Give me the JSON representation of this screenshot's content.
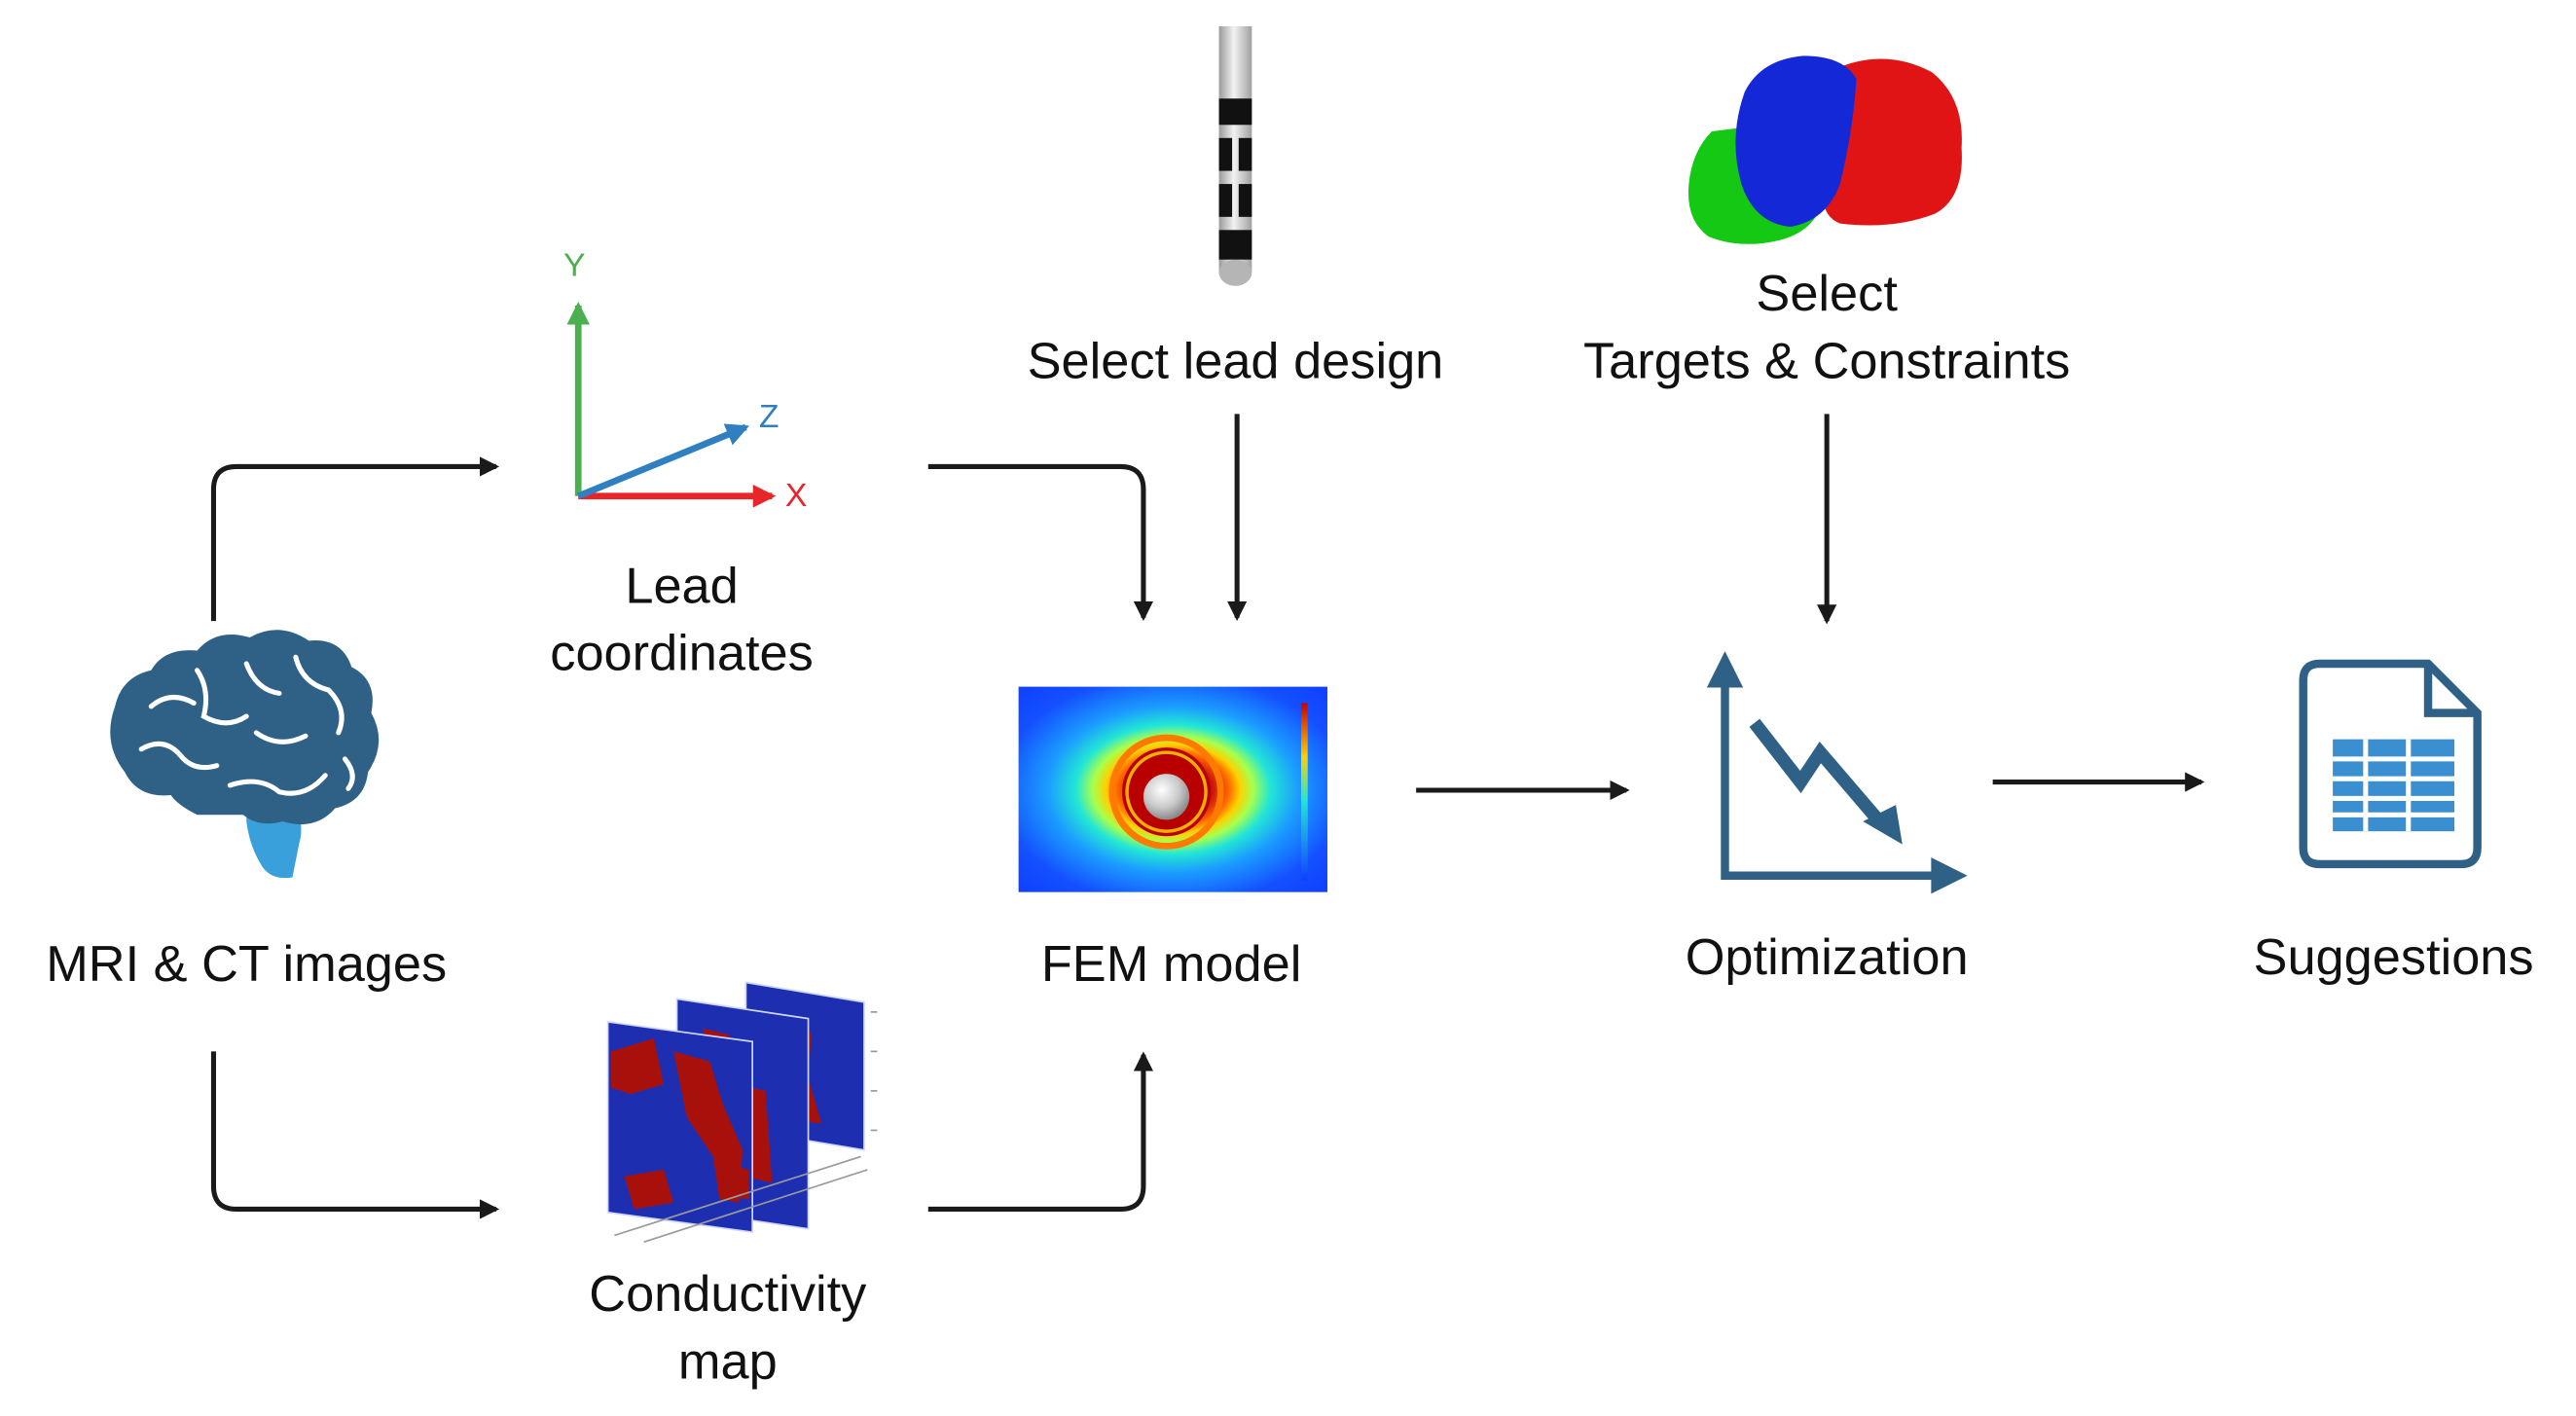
{
  "nodes": {
    "mri": {
      "label": "MRI & CT images",
      "icon": "brain-icon"
    },
    "lead_coordinates": {
      "label_line1": "Lead",
      "label_line2": "coordinates",
      "icon": "xyz-axes-icon",
      "axes": {
        "x": "X",
        "y": "Y",
        "z": "Z"
      }
    },
    "conductivity": {
      "label_line1": "Conductivity",
      "label_line2": "map",
      "icon": "conductivity-slices-icon"
    },
    "lead_design": {
      "label": "Select lead design",
      "icon": "electrode-lead-icon"
    },
    "fem": {
      "label": "FEM model",
      "icon": "fem-field-icon"
    },
    "targets": {
      "label_line1": "Select",
      "label_line2": "Targets & Constraints",
      "icon": "target-regions-icon"
    },
    "optimization": {
      "label": "Optimization",
      "icon": "descending-chart-icon"
    },
    "suggestions": {
      "label": "Suggestions",
      "icon": "spreadsheet-icon"
    }
  },
  "colors": {
    "arrow": "#1a1a1a",
    "icon_dark": "#2f6186",
    "icon_light": "#3aa0dc",
    "axis_x": "#e8262a",
    "axis_y": "#4caf50",
    "axis_z": "#2f7fc1",
    "region_green": "#14c814",
    "region_blue": "#1428d8",
    "region_red": "#e01414"
  }
}
